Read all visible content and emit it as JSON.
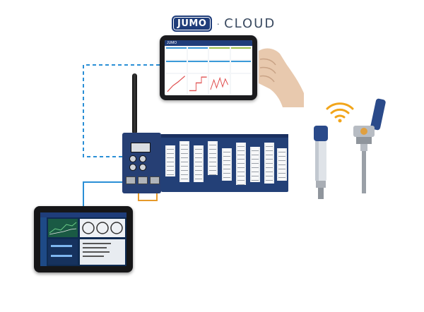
{
  "logo": {
    "brand": "JUMO",
    "separator": "·",
    "product": "CLOUD"
  },
  "tablet": {
    "header_text": "JUMO"
  },
  "colors": {
    "brand_blue": "#1f3d7a",
    "wire_blue": "#2a8fd6",
    "wire_orange": "#e69a2a",
    "wifi_orange": "#f2a51a"
  },
  "icons": {
    "wifi": "wifi-icon",
    "antenna": "antenna-icon"
  }
}
